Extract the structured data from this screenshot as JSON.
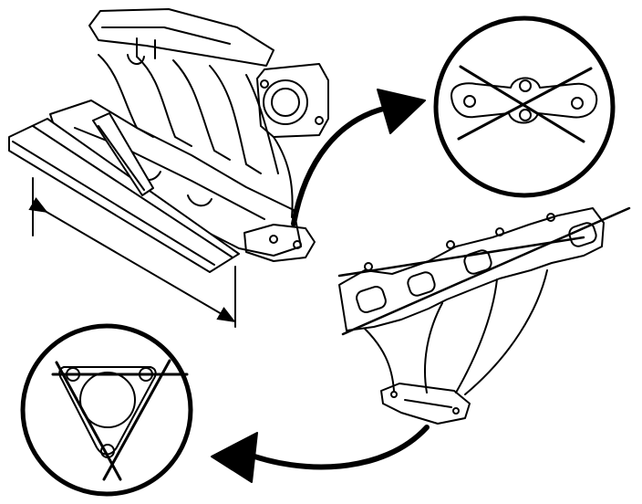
{
  "figure": {
    "kind": "technical line illustration",
    "colors": {
      "ink": "#000000",
      "paper": "#ffffff"
    },
    "parts": [
      {
        "name": "intake-manifold"
      },
      {
        "name": "straightedge"
      },
      {
        "name": "feeler-gauge"
      },
      {
        "name": "exhaust-manifold"
      },
      {
        "name": "gasket-detail-rejected"
      },
      {
        "name": "flange-detail-check"
      }
    ],
    "arrows": [
      {
        "name": "arrow-to-gasket-detail",
        "from": "intake-manifold",
        "to": "gasket-detail-rejected"
      },
      {
        "name": "arrow-to-flange-detail",
        "from": "exhaust-manifold",
        "to": "flange-detail-check"
      }
    ]
  }
}
